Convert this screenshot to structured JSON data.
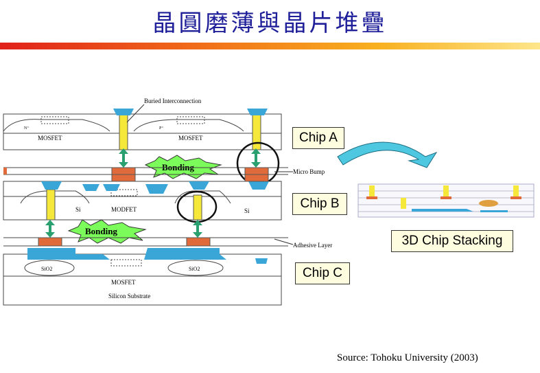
{
  "title": "晶圓磨薄與晶片堆疊",
  "diagram": {
    "buried_interconnection": "Buried Interconnection",
    "micro_bump": "Micro Bump",
    "adhesive_layer": "Adhesive Layer",
    "bonding_1": "Bonding",
    "bonding_2": "Bonding",
    "mosfet_a1": "MOSFET",
    "mosfet_a2": "MOSFET",
    "si_1": "Si",
    "modfet": "MODFET",
    "si_2": "Si",
    "sio2_1": "SiO2",
    "sio2_2": "SiO2",
    "mosfet_c": "MOSFET",
    "silicon_substrate": "Silicon   Substrate",
    "n_plus": "N⁺",
    "p_plus": "P⁺"
  },
  "labels": {
    "chip_a": "Chip A",
    "chip_b": "Chip B",
    "chip_c": "Chip C",
    "stacking": "3D Chip Stacking"
  },
  "source": "Source: Tohoku University (2003)",
  "colors": {
    "title": "#1f1f9a",
    "bump": "#e06a3a",
    "via": "#f5e83a",
    "metal": "#3aa6d8",
    "arrow": "#2aa070",
    "burst": "#7cfc5a",
    "curved_arrow": "#4ec8e0"
  }
}
